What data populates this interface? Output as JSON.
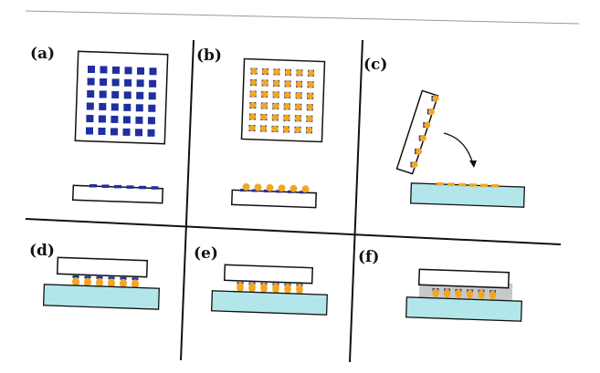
{
  "figure": {
    "panels": [
      {
        "id": "a",
        "label": "(a)"
      },
      {
        "id": "b",
        "label": "(b)"
      },
      {
        "id": "c",
        "label": "(c)"
      },
      {
        "id": "d",
        "label": "(d)"
      },
      {
        "id": "e",
        "label": "(e)"
      },
      {
        "id": "f",
        "label": "(f)"
      }
    ]
  },
  "colors": {
    "pad_blue": "#1f2fa0",
    "bump_gold": "#f0a820",
    "substrate_cyan": "#b3e6ea",
    "underfill_gray": "#c9c9c9",
    "line": "#111111"
  }
}
